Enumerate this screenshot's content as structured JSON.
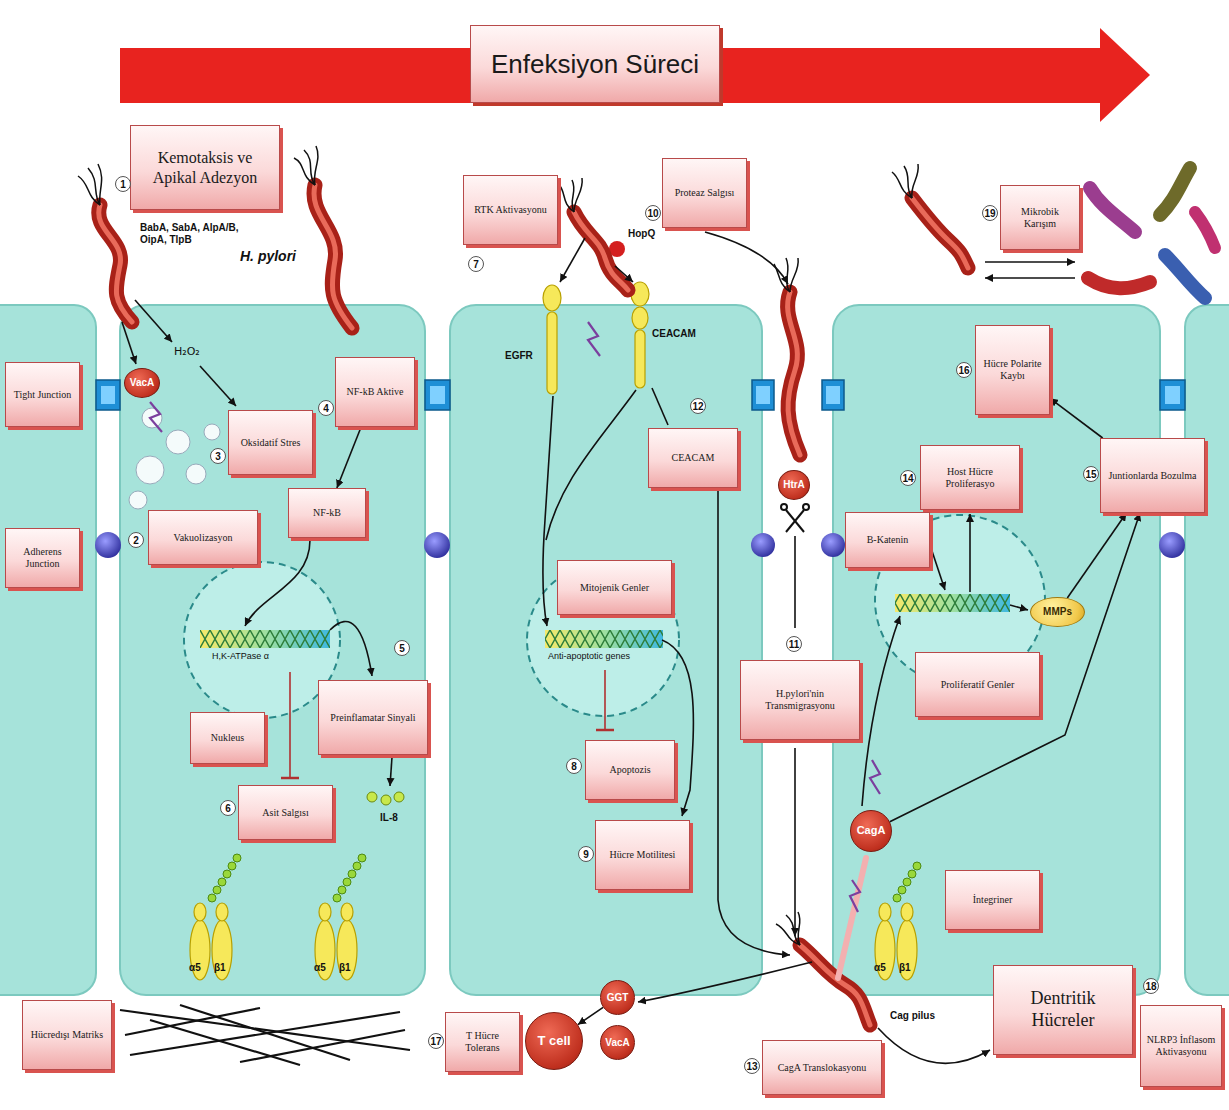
{
  "diagram": {
    "title": "Enfeksiyon Süreci",
    "nodes": [
      {
        "text": [
          "Kemotaksis ve Apikal Adezyon"
        ]
      },
      {
        "text": [
          "RTK Aktivasyonu"
        ]
      },
      {
        "text": [
          "Proteaz Salgısı"
        ]
      },
      {
        "text": [
          "Mikrobik Karışım"
        ]
      },
      {
        "text": [
          "Tight Junction"
        ]
      },
      {
        "text": [
          "VacA"
        ]
      },
      {
        "text": [
          "NF-kB Aktive"
        ]
      },
      {
        "text": [
          "Oksidatif Stres"
        ]
      },
      {
        "text": [
          "Hücre Polarite Kaybı"
        ]
      },
      {
        "text": [
          "CEACAM"
        ]
      },
      {
        "text": [
          "Host Hücre Proliferasyo"
        ]
      },
      {
        "text": [
          "Juntionlarda Bozulma"
        ]
      },
      {
        "text": [
          "HtrA"
        ]
      },
      {
        "text": [
          "NF-kB"
        ]
      },
      {
        "text": [
          "Adherens Junction"
        ]
      },
      {
        "text": [
          "Vakuolizasyon"
        ]
      },
      {
        "text": [
          "B-Katenin"
        ]
      },
      {
        "text": [
          "Mitojenik Genler"
        ]
      },
      {
        "text": [
          "MMPs"
        ]
      },
      {
        "text": [
          "Proliferatif Genler"
        ]
      },
      {
        "text": [
          "H.pylori'nin Transmigrasyonu"
        ]
      },
      {
        "text": [
          "Preinflamatar Sinyali"
        ]
      },
      {
        "text": [
          "Nukleus"
        ]
      },
      {
        "text": [
          "Apoptozis"
        ]
      },
      {
        "text": [
          "Asit Salgısı"
        ]
      },
      {
        "text": [
          "CagA"
        ]
      },
      {
        "text": [
          "Hücre Motilitesi"
        ]
      },
      {
        "text": [
          "İntegriner"
        ]
      },
      {
        "text": [
          "Dentritik Hücreler"
        ]
      },
      {
        "text": [
          "NLRP3 İnflasom Aktivasyonu"
        ]
      },
      {
        "text": [
          "GGT"
        ]
      },
      {
        "text": [
          "T cell"
        ]
      },
      {
        "text": [
          "VacA"
        ]
      },
      {
        "text": [
          "Hücredışı Matriks"
        ]
      },
      {
        "text": [
          "T Hücre Tolerans"
        ]
      },
      {
        "text": [
          "CagA Translokasyonu"
        ]
      }
    ],
    "edges": [
      {
        "from": 6,
        "to": 13,
        "arrow": "to"
      },
      {
        "from": 25,
        "to": 11,
        "arrow": "to"
      },
      {
        "from": 18,
        "to": 11,
        "arrow": "to"
      },
      {
        "from": 11,
        "to": 8,
        "arrow": "to"
      },
      {
        "from": 30,
        "to": 31,
        "arrow": "to"
      }
    ],
    "labels": [
      "1",
      "2",
      "3",
      "4",
      "5",
      "6",
      "7",
      "8",
      "9",
      "10",
      "11",
      "12",
      "13",
      "14",
      "15",
      "16",
      "17",
      "18",
      "19",
      "BabA, SabA, AlpA/B, OipA, TlpB",
      "H. pylori",
      "H₂O₂",
      "HopQ",
      "EGFR",
      "CEACAM",
      "IL-8",
      "H,K-ATPase α",
      "Anti-apoptotic genes",
      "Cag pilus",
      "α5",
      "β1",
      "α5",
      "β1",
      "α5",
      "β1"
    ]
  }
}
